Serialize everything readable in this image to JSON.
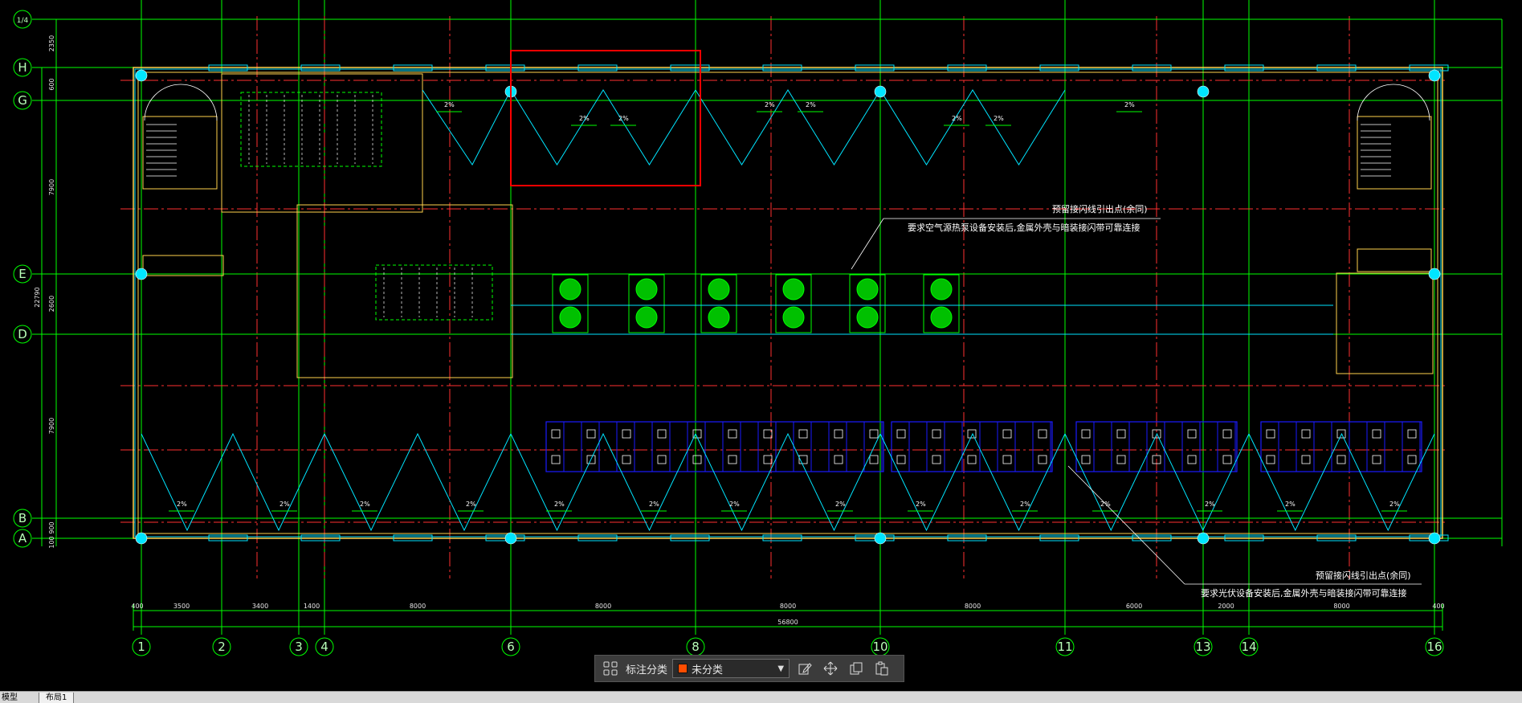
{
  "drawing": {
    "row_axes": [
      "H",
      "G",
      "E",
      "D",
      "B",
      "A"
    ],
    "row_axis_small": "1/4",
    "col_axes": [
      "1",
      "2",
      "3",
      "4",
      "6",
      "8",
      "10",
      "11",
      "13",
      "14",
      "16"
    ],
    "bottom_dimensions": [
      "400",
      "3500",
      "3400",
      "1400",
      "8000",
      "8000",
      "8000",
      "8000",
      "6000",
      "2000",
      "8000",
      "400"
    ],
    "total_dimension": "56800",
    "left_dimensions": [
      "2350",
      "600",
      "7900",
      "22790",
      "2600",
      "7900",
      "900",
      "100"
    ],
    "notes": [
      "预留接闪线引出点(余同)",
      "要求空气源热泵设备安装后,金属外壳与暗装接闪带可靠连接",
      "预留接闪线引出点(余同)",
      "要求光伏设备安装后,金属外壳与暗装接闪带可靠连接"
    ],
    "slope_label": "2%",
    "colors": {
      "grid_line": "#00ff00",
      "axis_line": "#ff3030",
      "wall": "#ffd24d",
      "conductor": "#00e5ff",
      "pv_panel": "#1a1aff",
      "selection_box": "#ff0000"
    }
  },
  "toolbar": {
    "label": "标注分类",
    "category_value": "未分类",
    "category_color": "#ff4d00",
    "icons": [
      "grid-icon",
      "edit-icon",
      "move-icon",
      "copy-icon",
      "paste-icon"
    ]
  },
  "tabs": [
    {
      "label": "模型"
    },
    {
      "label": "布局1"
    }
  ]
}
